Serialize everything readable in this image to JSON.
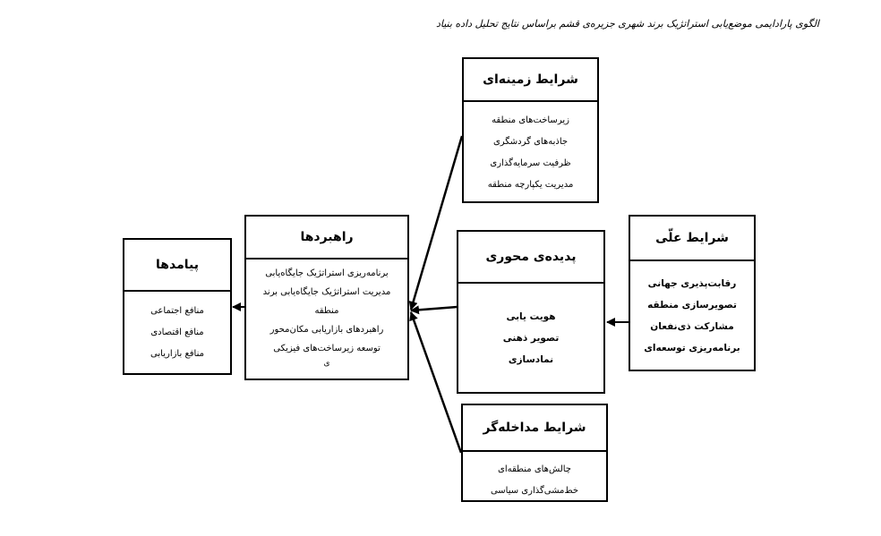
{
  "caption": "الگوی پارادایمی موضع‌یابی استراتژیک برند شهری جزیره‌ی قشم براساس نتایج تحلیل داده بنیاد",
  "boxes": {
    "context": {
      "title": "شرایط زمینه‌ای",
      "items": [
        "زیرساخت‌های منطقه",
        "جاذبه‌های گردشگری",
        "ظرفیت سرمایه‌گذاری",
        "مدیریت یکپارچه منطقه"
      ]
    },
    "causal": {
      "title": "شرایط علّی",
      "items": [
        "رقابت‌پذیری جهانی",
        "تصویرسازی منطقه",
        "مشارکت ذی‌نفعان",
        "برنامه‌ریزی توسعه‌ای"
      ]
    },
    "core": {
      "title": "پدیده‌ی محوری",
      "items": [
        "هویت یابی",
        "تصویر ذهنی",
        "نمادسازی"
      ]
    },
    "intervening": {
      "title": "شرایط مداخله‌گر",
      "items": [
        "چالش‌های منطقه‌ای",
        "خط‌مشی‌گذاری سیاسی"
      ]
    },
    "strategies": {
      "title": "راهبردها",
      "items": [
        "برنامه‌ریزی استراتژیک جایگاه‌یابی",
        "مدیریت استراتژیک جایگاه‌یابی برند",
        "منطقه",
        "راهبردهای بازاریابی مکان‌محور",
        "توسعه زیرساخت‌های فیزیکی"
      ],
      "extra": "ی"
    },
    "consequences": {
      "title": "پیامدها",
      "items": [
        "منافع اجتماعی",
        "منافع اقتصادی",
        "منافع بازاریابی"
      ]
    }
  },
  "colors": {
    "line": "#000000",
    "background": "#ffffff"
  }
}
